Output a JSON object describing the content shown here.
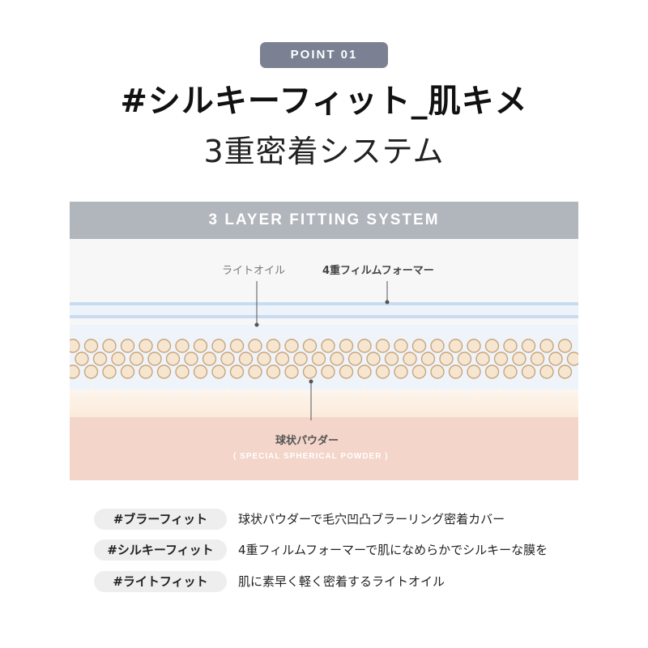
{
  "header": {
    "badge": "POINT 01",
    "title": "#シルキーフィット_肌キメ",
    "subtitle": "3重密着システム"
  },
  "diagram": {
    "header": "3 LAYER FITTING SYSTEM",
    "labels": {
      "light_oil": "ライトオイル",
      "film_former": "4重フィルムフォーマー",
      "powder": "球状パウダー",
      "powder_en": "( SPECIAL SPHERICAL POWDER )"
    },
    "colors": {
      "header_bg": "#b1b5bc",
      "film_line": "#c9dcef",
      "sphere_fill": "#f6e6cf",
      "sphere_stroke": "#c9a57c",
      "skin_top": "#fbeee0",
      "skin_bottom": "#f2d4c8"
    }
  },
  "features": [
    {
      "tag": "#ブラーフィット",
      "desc": "球状パウダーで毛穴凹凸ブラーリング密着カバー"
    },
    {
      "tag": "#シルキーフィット",
      "desc": "4重フィルムフォーマーで肌になめらかでシルキーな膜を"
    },
    {
      "tag": "#ライトフィット",
      "desc": "肌に素早く軽く密着するライトオイル"
    }
  ]
}
